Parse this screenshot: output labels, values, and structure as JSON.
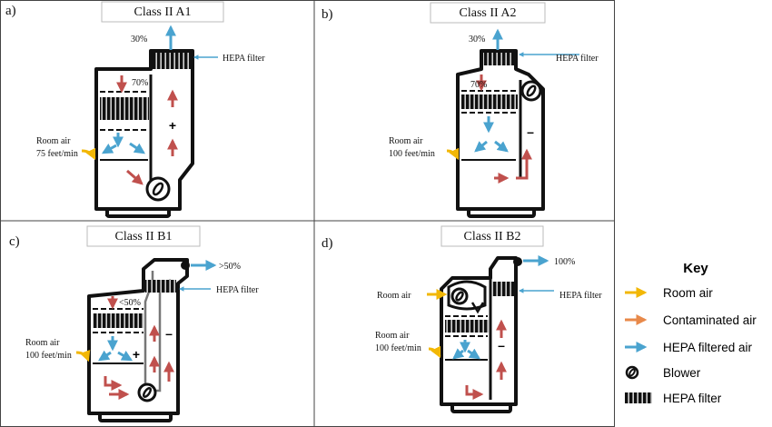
{
  "panels": [
    {
      "letter": "a)",
      "title": "Class II A1",
      "exhaust_label": "30%",
      "inflow_label": "70%",
      "room_air_label_1": "Room air",
      "room_air_label_2": "75 feet/min",
      "hepa_label": "HEPA filter",
      "sign": "+"
    },
    {
      "letter": "b)",
      "title": "Class II A2",
      "exhaust_label": "30%",
      "inflow_label": "70%",
      "room_air_label_1": "Room air",
      "room_air_label_2": "100 feet/min",
      "hepa_label": "HEPA filter",
      "sign": "–"
    },
    {
      "letter": "c)",
      "title": "Class II B1",
      "exhaust_label": ">50%",
      "inflow_label": "<50%",
      "room_air_label_1": "Room air",
      "room_air_label_2": "100 feet/min",
      "hepa_label": "HEPA filter",
      "sign_plus": "+",
      "sign_minus": "–"
    },
    {
      "letter": "d)",
      "title": "Class II B2",
      "exhaust_label": "100%",
      "room_air_top_label": "Room air",
      "room_air_label_1": "Room air",
      "room_air_label_2": "100 feet/min",
      "hepa_label": "HEPA filter",
      "sign": "–"
    }
  ],
  "legend": {
    "title": "Key",
    "items": [
      {
        "label": "Room air",
        "icon": "yellow-arrow-icon",
        "color": "#f2b705"
      },
      {
        "label": "Contaminated air",
        "icon": "orange-arrow-icon",
        "color": "#e8894a"
      },
      {
        "label": "HEPA filtered air",
        "icon": "blue-arrow-icon",
        "color": "#4aa3cf"
      },
      {
        "label": "Blower",
        "icon": "blower-icon",
        "color": "#000000"
      },
      {
        "label": "HEPA filter",
        "icon": "hepa-filter-icon",
        "color": "#000000"
      }
    ]
  },
  "colors": {
    "room_air": "#f2b705",
    "contaminated": "#c0504d",
    "filtered": "#4aa3cf",
    "outline": "#111111"
  }
}
